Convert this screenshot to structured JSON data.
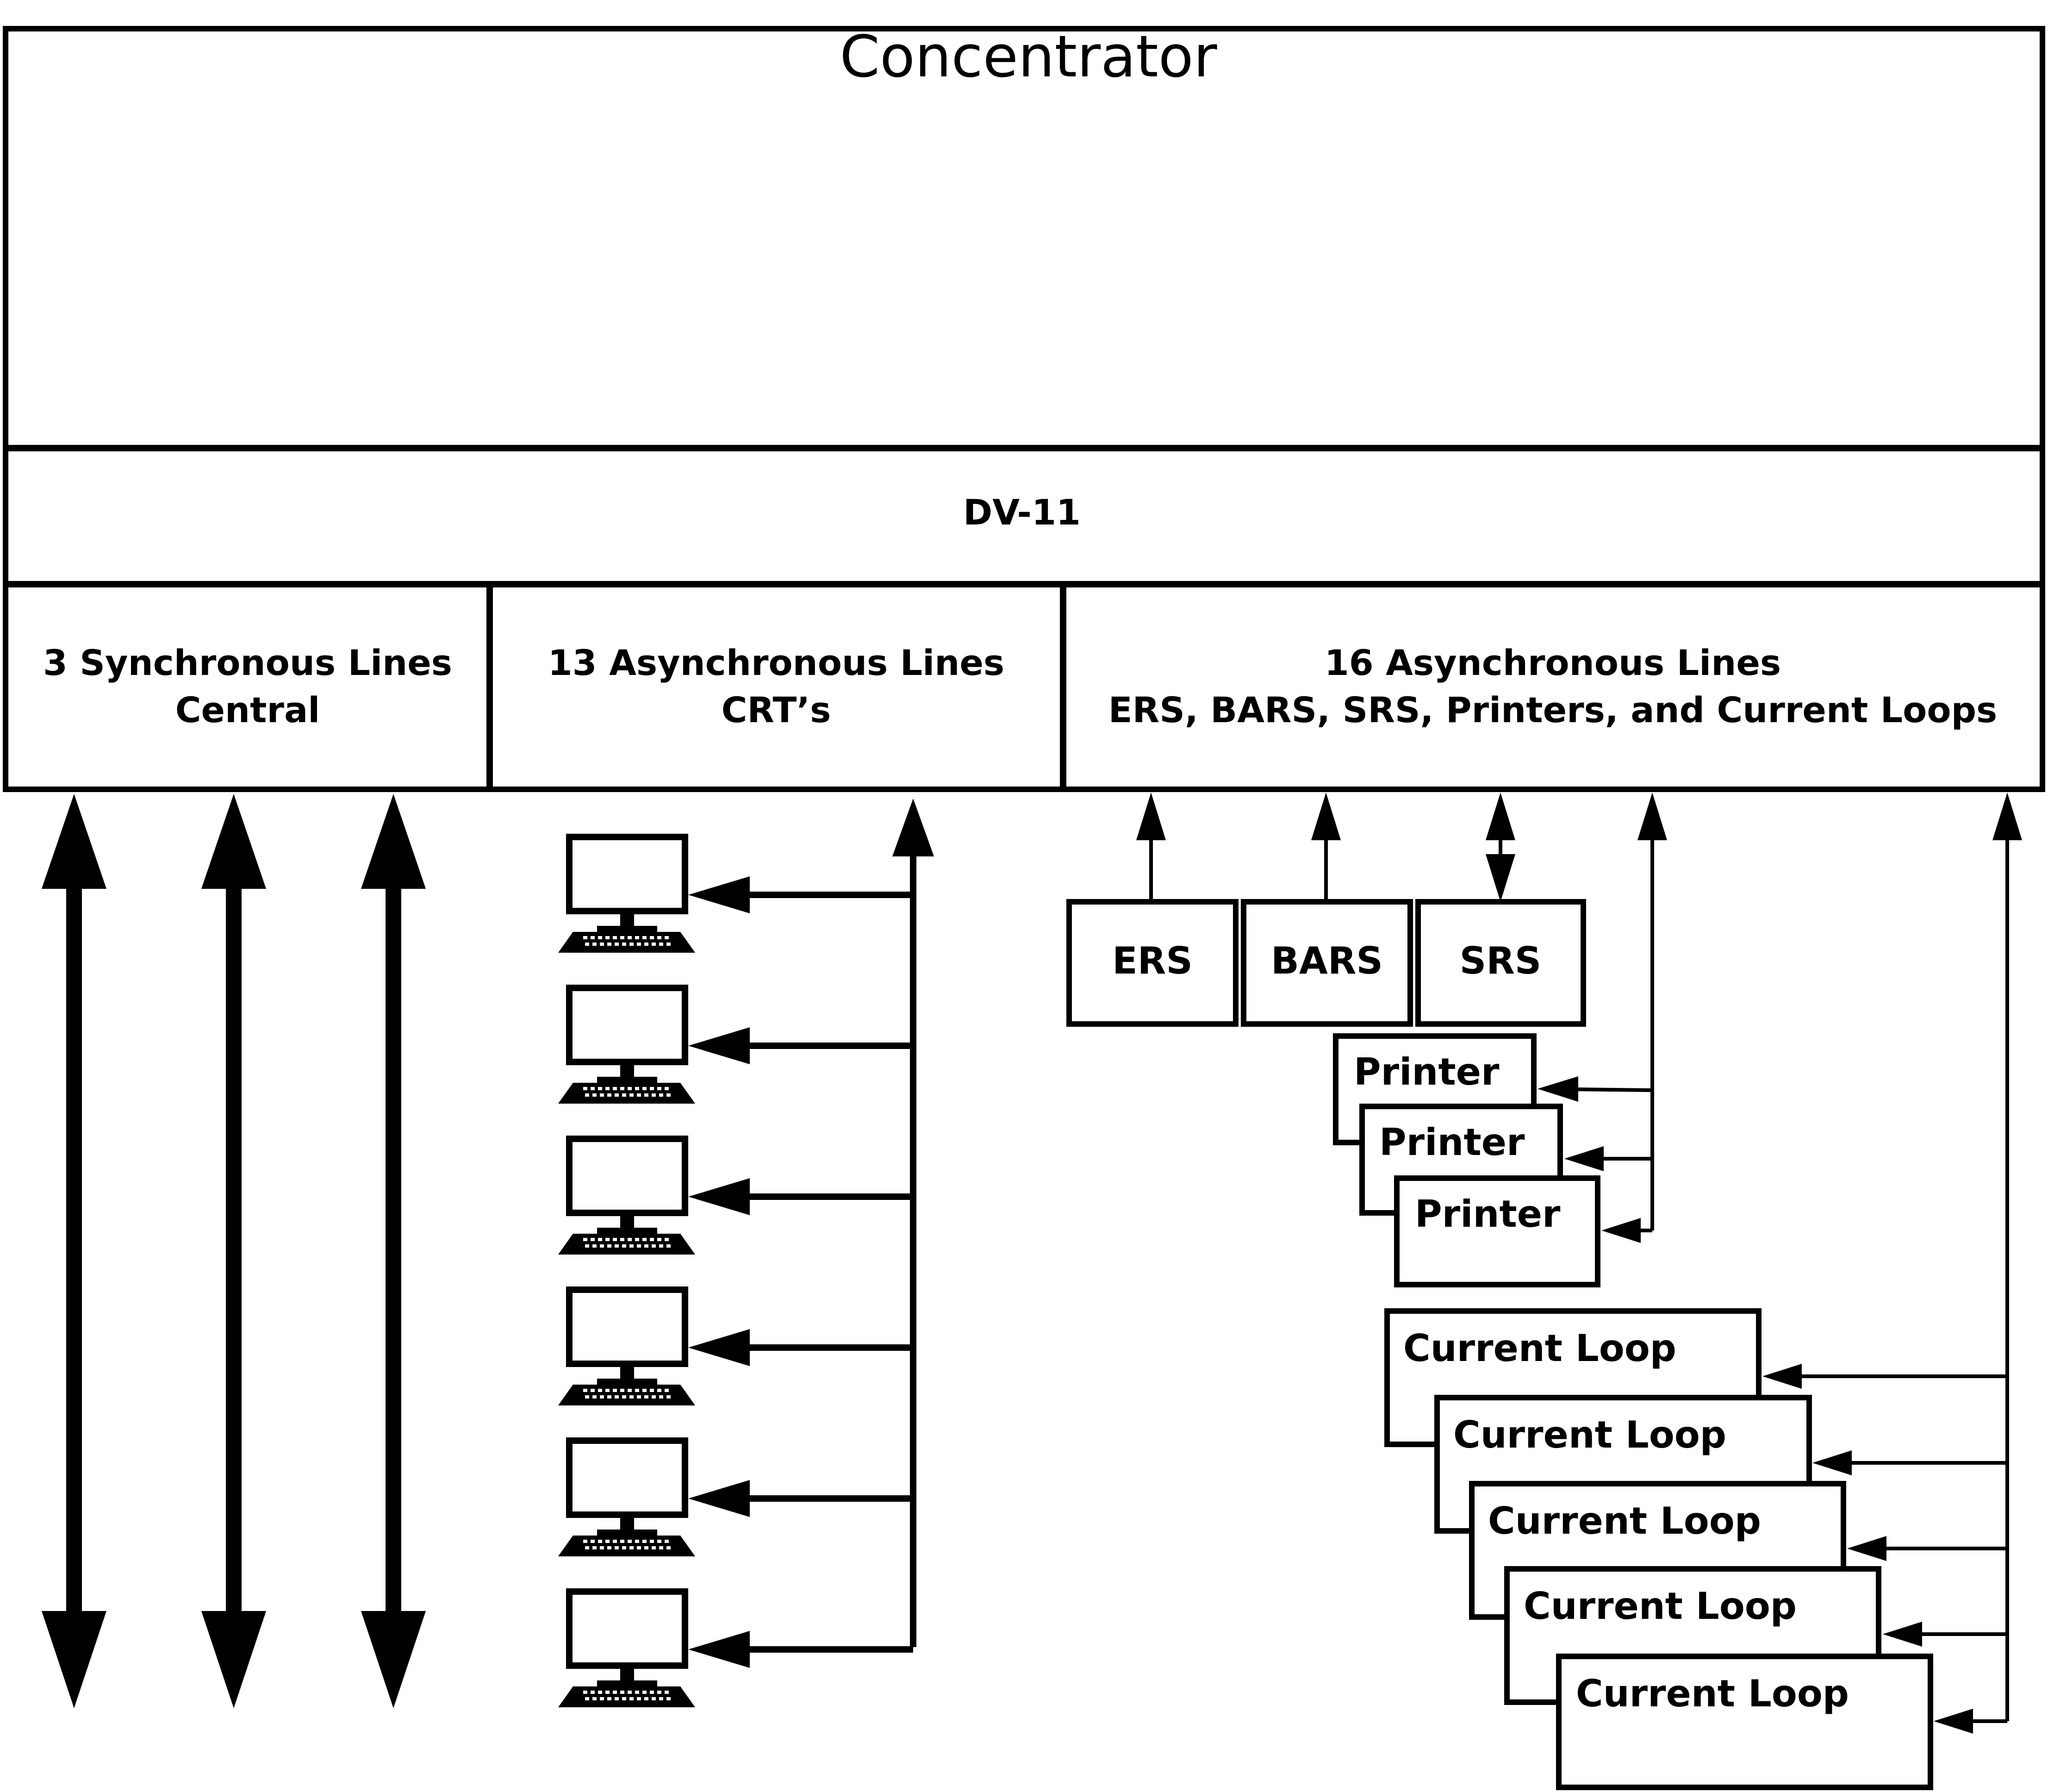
{
  "concentrator": {
    "title": "Concentrator"
  },
  "dv11": {
    "label": "DV-11"
  },
  "sync_panel": {
    "line1": "3 Synchronous Lines",
    "line2": "Central"
  },
  "async_crt_panel": {
    "line1": "13 Asynchronous Lines",
    "line2": "CRT’s"
  },
  "async_other_panel": {
    "line1": "16 Asynchronous Lines",
    "line2": "ERS, BARS, SRS, Printers, and Current Loops"
  },
  "devices": {
    "ers": "ERS",
    "bars": "BARS",
    "srs": "SRS",
    "printers": [
      "Printer",
      "Printer",
      "Printer"
    ],
    "current_loops": [
      "Current Loop",
      "Current Loop",
      "Current Loop",
      "Current Loop",
      "Current Loop"
    ]
  },
  "icons": {
    "terminal": "computer-terminal-icon",
    "terminal_count": 6
  }
}
